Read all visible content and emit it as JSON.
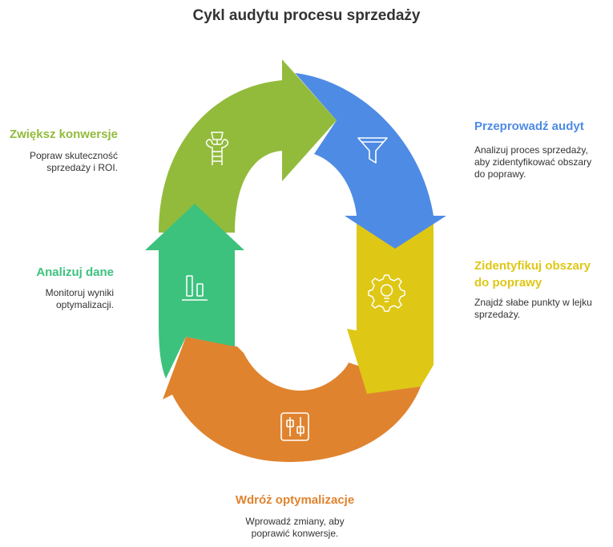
{
  "title": "Cykl audytu procesu sprzedaży",
  "colors": {
    "green": "#92BB3C",
    "blue": "#4E8BE4",
    "yellow": "#DFC716",
    "orange": "#E0832F",
    "teal": "#3DC27E",
    "icon_stroke": "#ffffff"
  },
  "steps": [
    {
      "id": "conduct-audit",
      "label": "Przeprowadź audyt",
      "desc": [
        "Analizuj proces sprzedaży,",
        "aby zidentyfikować obszary",
        "do poprawy."
      ],
      "icon": "funnel-icon"
    },
    {
      "id": "identify-areas",
      "label": [
        "Zidentyfikuj obszary",
        "do poprawy"
      ],
      "desc": [
        "Znajdź słabe punkty w lejku",
        "sprzedaży."
      ],
      "icon": "gear-bulb-icon"
    },
    {
      "id": "implement",
      "label": "Wdróż optymalizacje",
      "desc": [
        "Wprowadź zmiany, aby",
        "poprawić konwersje."
      ],
      "icon": "sliders-icon"
    },
    {
      "id": "analyze-data",
      "label": "Analizuj dane",
      "desc": [
        "Monitoruj wyniki",
        "optymalizacji."
      ],
      "icon": "bar-chart-icon"
    },
    {
      "id": "increase-conversions",
      "label": "Zwiększ konwersje",
      "desc": [
        "Popraw skuteczność",
        "sprzedaży i ROI."
      ],
      "icon": "trophy-ladder-icon"
    }
  ]
}
